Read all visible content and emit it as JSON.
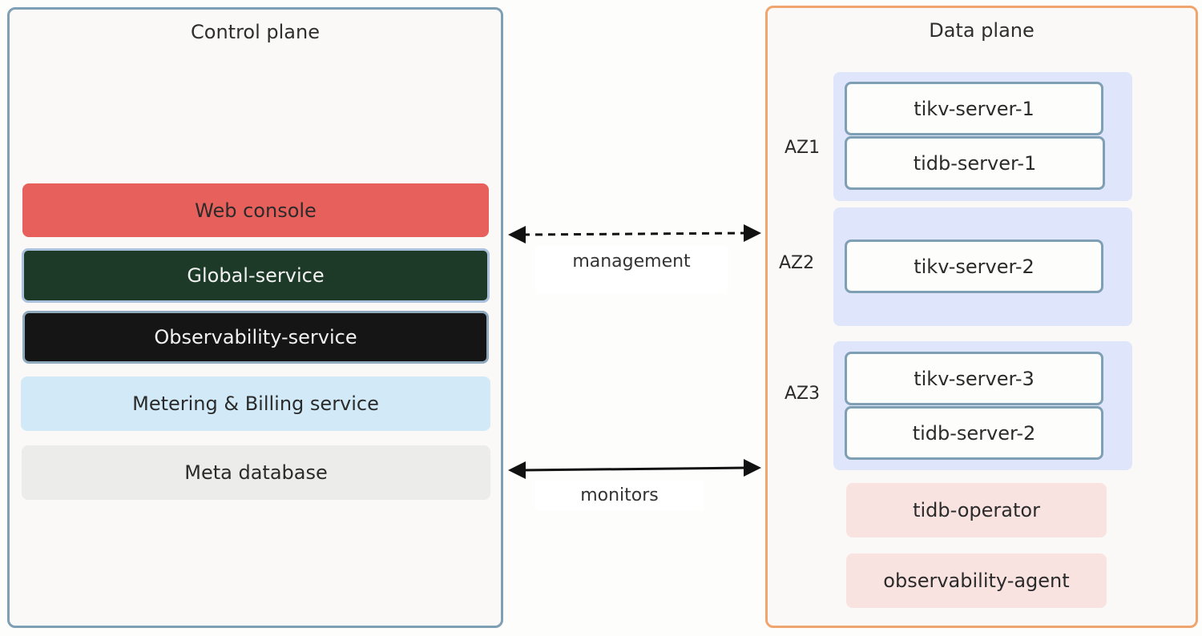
{
  "control_plane": {
    "title": "Control plane",
    "services": [
      {
        "label": "Web console",
        "bg": "#e8605b",
        "color": "#2b2b2b"
      },
      {
        "label": "Global-service",
        "bg": "#1c3a27",
        "color": "#f2f2f2"
      },
      {
        "label": "Observability-service",
        "bg": "#151515",
        "color": "#f2f2f2"
      },
      {
        "label": "Metering & Billing service",
        "bg": "#d2eaf8",
        "color": "#2b2b2b"
      },
      {
        "label": "Meta database",
        "bg": "#ececea",
        "color": "#2b2b2b"
      }
    ]
  },
  "data_plane": {
    "title": "Data plane",
    "zones": [
      {
        "label": "AZ1",
        "servers": [
          "tikv-server-1",
          "tidb-server-1"
        ]
      },
      {
        "label": "AZ2",
        "servers": [
          "tikv-server-2"
        ]
      },
      {
        "label": "AZ3",
        "servers": [
          "tikv-server-3",
          "tidb-server-2"
        ]
      }
    ],
    "components": [
      "tidb-operator",
      "observability-agent"
    ]
  },
  "connections": [
    {
      "label": "management",
      "style": "dashed"
    },
    {
      "label": "monitors",
      "style": "solid"
    }
  ],
  "colors": {
    "control_border": "#7f9fb5",
    "data_border": "#f0a46e",
    "az_bg": "#dfe6fb",
    "component_bg": "#f9e3e1"
  }
}
